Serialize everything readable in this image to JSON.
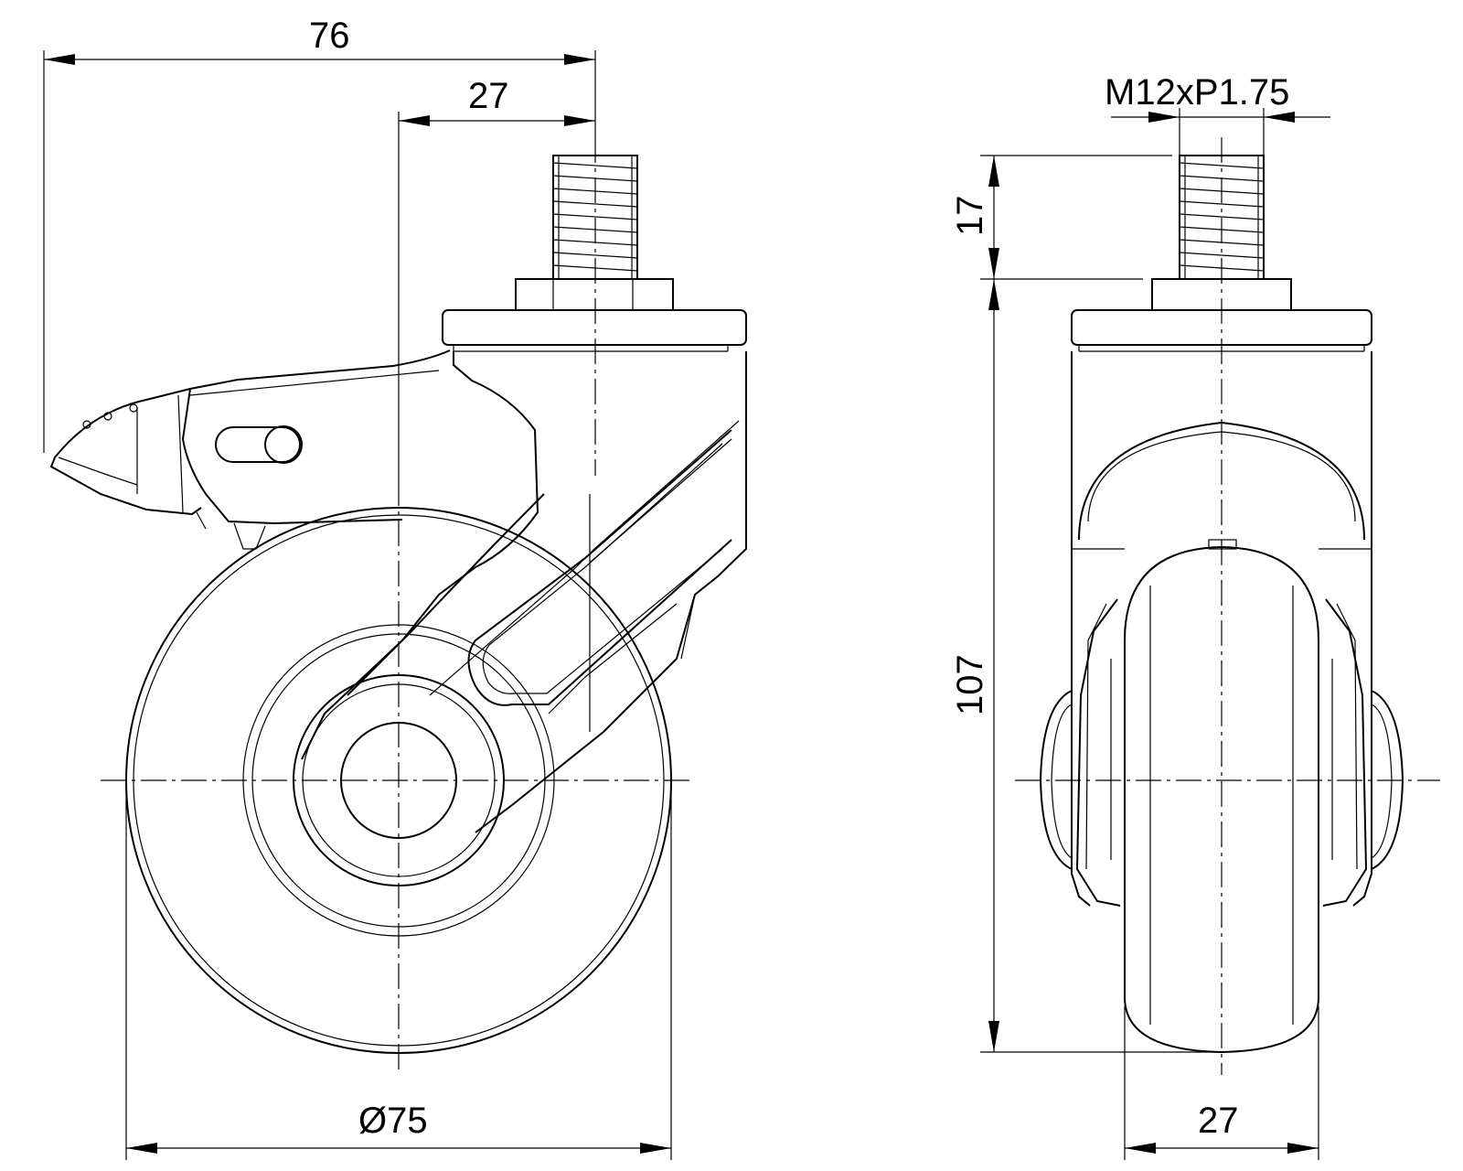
{
  "side_view": {
    "dim_overall_width": "76",
    "dim_offset": "27",
    "dim_wheel_diameter": "Ø75"
  },
  "front_view": {
    "dim_thread": "M12xP1.75",
    "dim_thread_length": "17",
    "dim_height": "107",
    "dim_wheel_width": "27"
  }
}
